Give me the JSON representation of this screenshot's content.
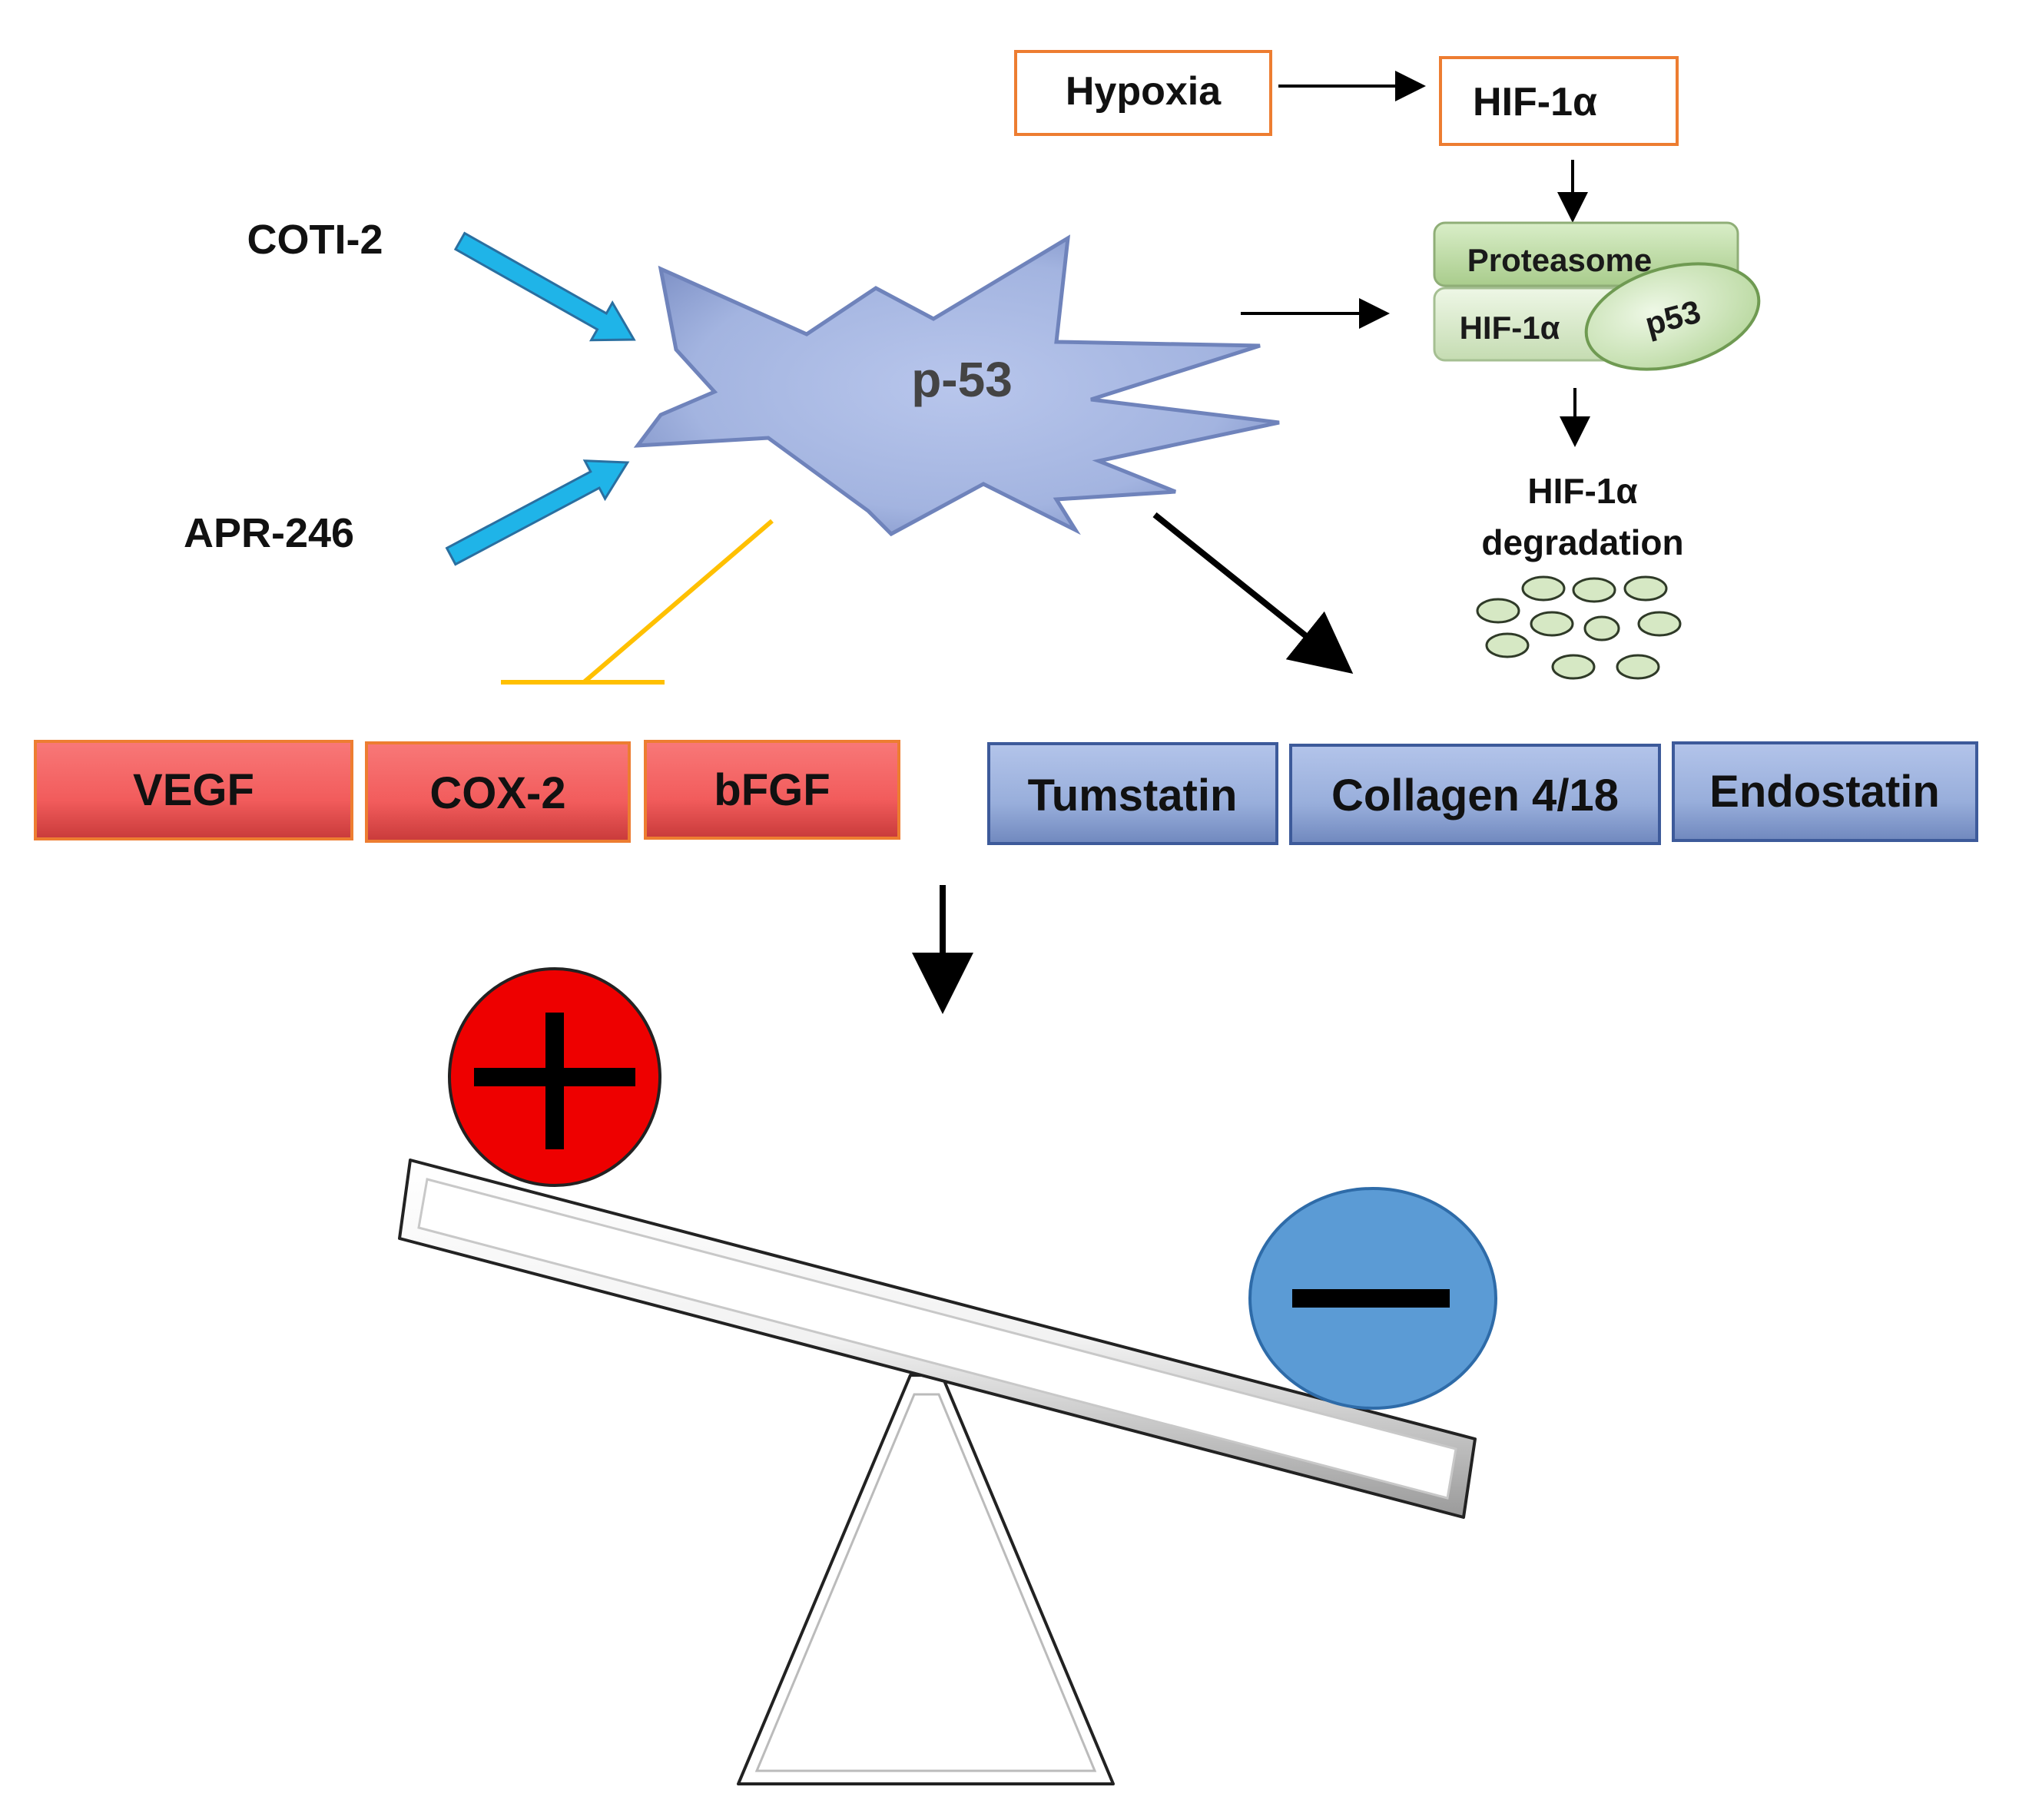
{
  "drugs": {
    "coti2": "COTI-2",
    "apr246": "APR-246"
  },
  "center": {
    "p53": "p-53"
  },
  "hypoxia_pathway": {
    "hypoxia": "Hypoxia",
    "hif": "HIF-1α",
    "proteasome": "Proteasome",
    "complex_hif": "HIF-1α",
    "complex_p53": "p53",
    "degradation_line1": "HIF-1α",
    "degradation_line2": "degradation"
  },
  "pro_angiogenic": [
    "VEGF",
    "COX-2",
    "bFGF"
  ],
  "anti_angiogenic": [
    "Tumstatin",
    "Collagen 4/18",
    "Endostatin"
  ],
  "colors": {
    "drug_arrow": "#1fb4e8",
    "inhibition_line": "#ffc000",
    "box_border": "#ed7d31",
    "red_box": "#f25c5c",
    "blue_box": "#98aedb",
    "star": "#a9b9e3",
    "complex_green": "#c9e4b4",
    "plus_circle": "#ee0000",
    "minus_circle": "#5b9bd5"
  }
}
